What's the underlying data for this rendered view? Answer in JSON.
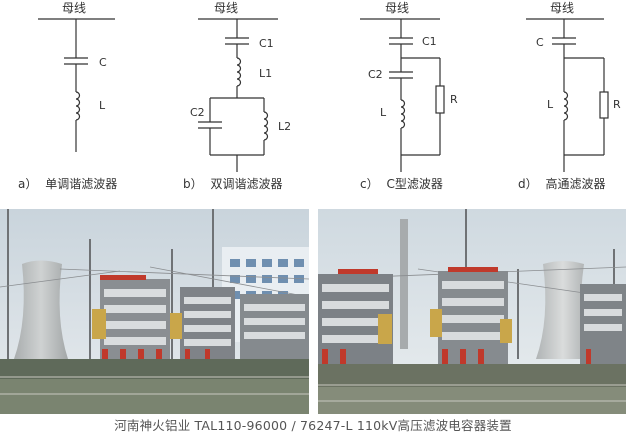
{
  "diagrams": [
    {
      "bus_label": "母线",
      "labels": {
        "c": "C",
        "l": "L"
      },
      "caption_prefix": "a）",
      "caption": "单调谐滤波器"
    },
    {
      "bus_label": "母线",
      "labels": {
        "c1": "C1",
        "l1": "L1",
        "c2": "C2",
        "l2": "L2"
      },
      "caption_prefix": "b）",
      "caption": "双调谐滤波器"
    },
    {
      "bus_label": "母线",
      "labels": {
        "c1": "C1",
        "c2": "C2",
        "l": "L",
        "r": "R"
      },
      "caption_prefix": "c）",
      "caption": "C型滤波器"
    },
    {
      "bus_label": "母线",
      "labels": {
        "c": "C",
        "l": "L",
        "r": "R"
      },
      "caption_prefix": "d）",
      "caption": "高通滤波器"
    }
  ],
  "footer": {
    "text": "河南神火铝业 TAL110-96000 / 76247-L  110kV高压滤波电容器装置"
  },
  "colors": {
    "wire": "#333333",
    "sky": "#dfe6ea",
    "rack_red": "#c0392b",
    "tower_gray": "#b9bcbc"
  }
}
